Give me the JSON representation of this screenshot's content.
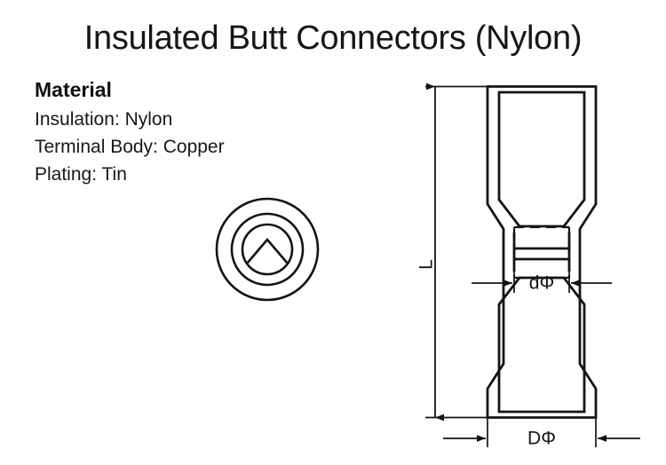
{
  "document": {
    "title": "Insulated Butt Connectors (Nylon)"
  },
  "material": {
    "heading": "Material",
    "lines": [
      "Insulation: Nylon",
      "Terminal Body: Copper",
      "Plating: Tin"
    ]
  },
  "cross_section": {
    "name": "end-view-cross-section",
    "description": "Concentric circular end view with inner chamfered barrel",
    "circles": [
      {
        "label": "outer-insulation-circle",
        "radius": 57
      },
      {
        "label": "inner-insulation-circle",
        "radius": 40
      },
      {
        "label": "metal-barrel-circle",
        "radius": 28
      }
    ],
    "inner_shape": "triangle-peak"
  },
  "side_view": {
    "name": "connector-side-section-view",
    "description": "Longitudinal section of insulated butt connector"
  },
  "dimensions": {
    "length": {
      "label": "L",
      "meaning": "overall-length"
    },
    "inner_diameter": {
      "label": "dΦ",
      "meaning": "inner-barrel-diameter"
    },
    "outer_diameter": {
      "label": "DΦ",
      "meaning": "outer-insulation-diameter"
    }
  },
  "colors": {
    "background": "#fefefe",
    "line": "#141414",
    "text": "#161616"
  }
}
